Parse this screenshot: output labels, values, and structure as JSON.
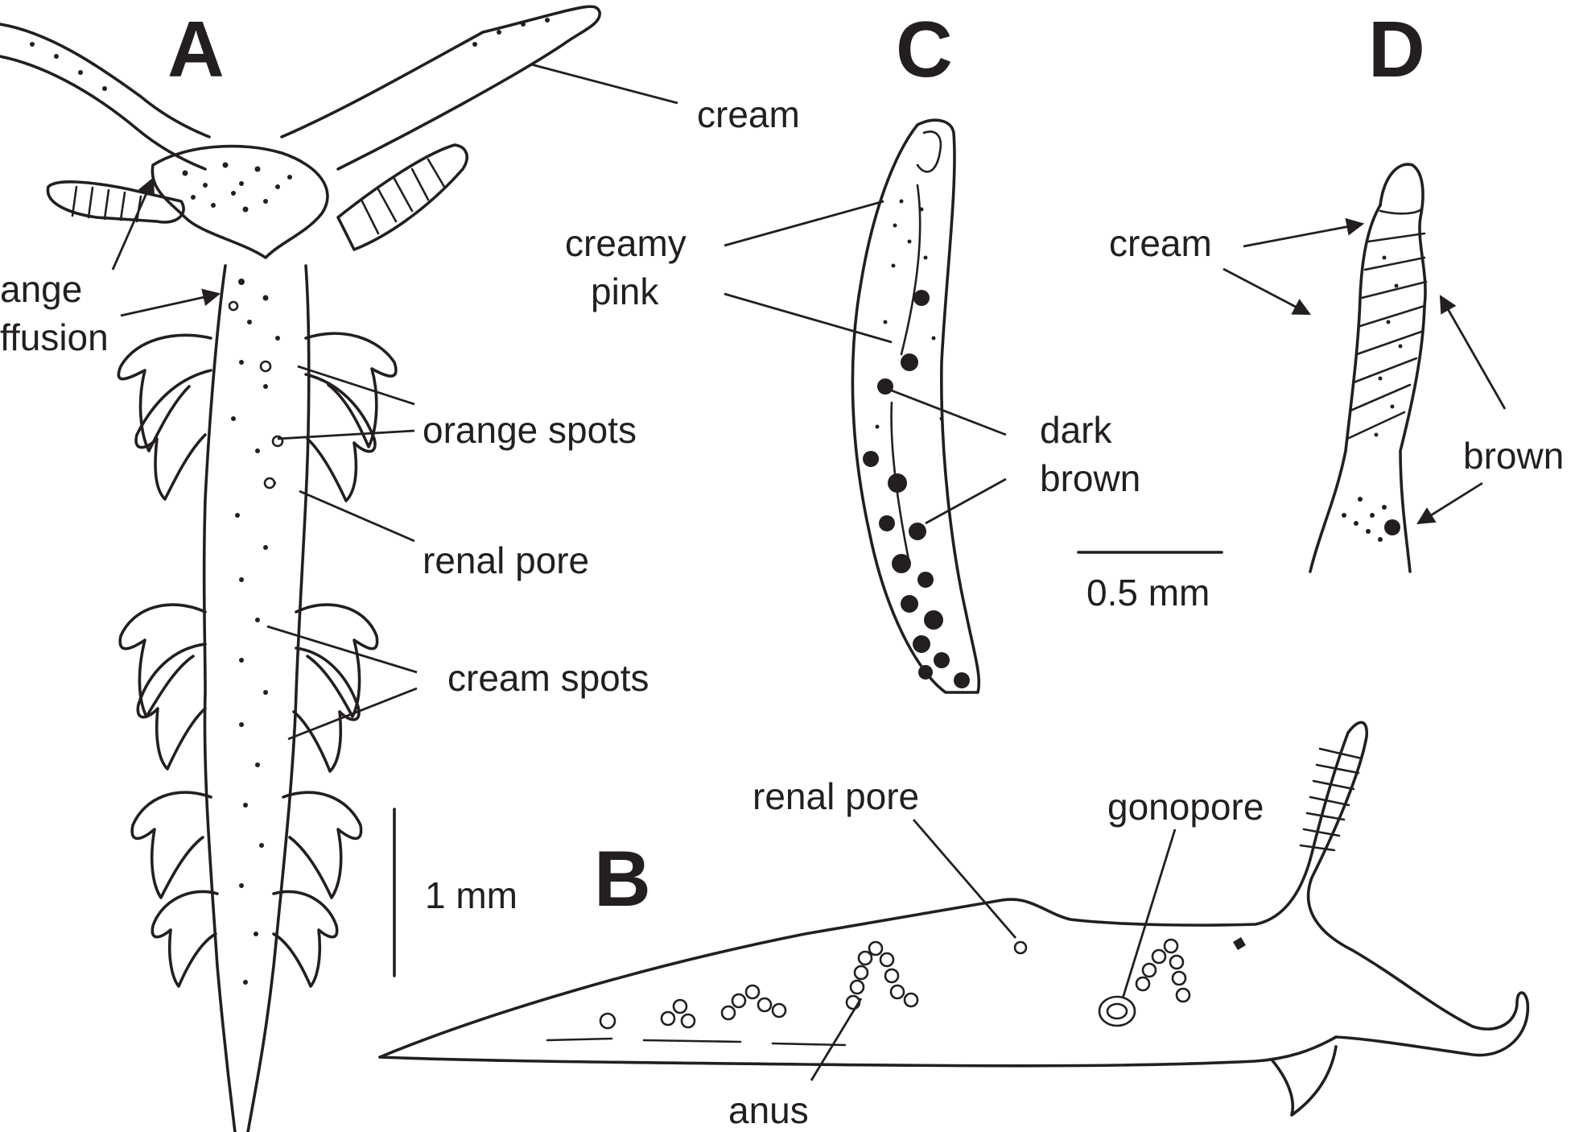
{
  "panels": {
    "a": "A",
    "b": "B",
    "c": "C",
    "d": "D"
  },
  "panel_a": {
    "cream": "cream",
    "orange_line1": "ange",
    "orange_line2": "ffusion",
    "orange_spots": "orange spots",
    "renal_pore": "renal pore",
    "cream_spots": "cream spots"
  },
  "panel_b": {
    "renal_pore": "renal pore",
    "gonopore": "gonopore",
    "anus": "anus"
  },
  "panel_c": {
    "creamy": "creamy",
    "pink": "pink",
    "dark": "dark",
    "brown": "brown"
  },
  "panel_d": {
    "cream": "cream",
    "brown": "brown"
  },
  "scale_bars": {
    "large": "1 mm",
    "small": "0.5 mm"
  },
  "colors": {
    "ink": "#231f20",
    "paper": "#ffffff"
  }
}
